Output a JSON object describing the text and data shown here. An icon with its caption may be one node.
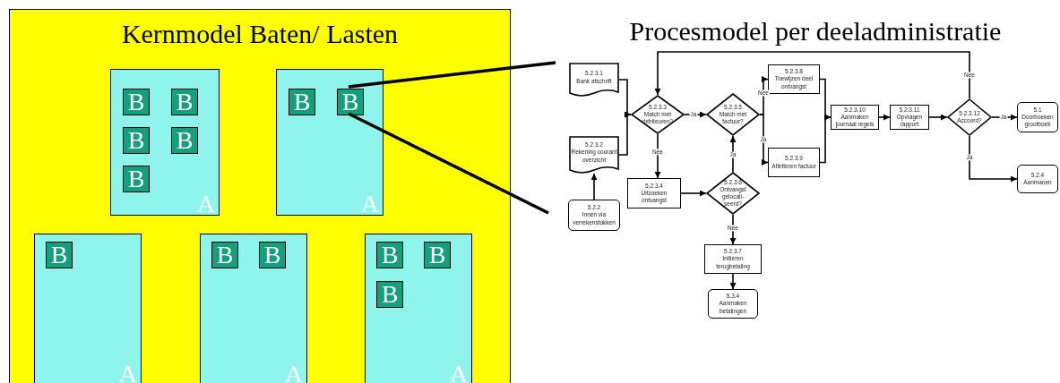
{
  "diagram": {
    "nodes": [
      {
        "text": [
          "Kernmodel Baten/ Lasten"
        ]
      },
      {
        "text": [
          "A"
        ],
        "in": 0
      },
      {
        "text": [
          "B"
        ],
        "in": 1
      },
      {
        "text": [
          "B"
        ],
        "in": 1
      },
      {
        "text": [
          "B"
        ],
        "in": 1
      },
      {
        "text": [
          "B"
        ],
        "in": 1
      },
      {
        "text": [
          "B"
        ],
        "in": 1
      },
      {
        "text": [
          "A"
        ],
        "in": 0
      },
      {
        "text": [
          "B"
        ],
        "in": 7
      },
      {
        "text": [
          "B"
        ],
        "in": 7
      },
      {
        "text": [
          "A"
        ],
        "in": 0
      },
      {
        "text": [
          "B"
        ],
        "in": 10
      },
      {
        "text": [
          "A"
        ],
        "in": 0
      },
      {
        "text": [
          "B"
        ],
        "in": 12
      },
      {
        "text": [
          "B"
        ],
        "in": 12
      },
      {
        "text": [
          "A"
        ],
        "in": 0
      },
      {
        "text": [
          "B"
        ],
        "in": 15
      },
      {
        "text": [
          "B"
        ],
        "in": 15
      },
      {
        "text": [
          "B"
        ],
        "in": 15
      },
      {
        "text": [
          "5.2.3.1",
          "Bank afschrift"
        ]
      },
      {
        "text": [
          "5.2.3.2",
          "Rekening courant overzicht"
        ]
      },
      {
        "text": [
          "5.2.2",
          "Innen via verrekenstukken"
        ]
      },
      {
        "text": [
          "5.2.3.3",
          "Match met debiteuren?"
        ]
      },
      {
        "text": [
          "5.2.3.4",
          "Uitzoeken ontvangst"
        ]
      },
      {
        "text": [
          "5.2.3.5",
          "Match met factuur?"
        ]
      },
      {
        "text": [
          "5.2.3.6",
          "Ontvangst gelocali- seerd?"
        ]
      },
      {
        "text": [
          "5.2.3.7",
          "Initieren terugbetaling"
        ]
      },
      {
        "text": [
          "5.3.4",
          "Aanmaken betalingen"
        ]
      },
      {
        "text": [
          "5.2.3.8",
          "Toewijzen deel ontvangst"
        ]
      },
      {
        "text": [
          "5.2.3.9",
          "Afletteren factuur"
        ]
      },
      {
        "text": [
          "5.2.3.10",
          "Aanmaken journaal regels"
        ]
      },
      {
        "text": [
          "5.2.3.11",
          "Opvragen rapport"
        ]
      },
      {
        "text": [
          "5.2.3.12",
          "Accoord?"
        ]
      },
      {
        "text": [
          "5.1",
          "Doorboeken grootboek"
        ]
      },
      {
        "text": [
          "5.2.4",
          "Aanmanen"
        ]
      }
    ],
    "edges": [
      {
        "from": 19,
        "to": 22,
        "arrow": "to"
      },
      {
        "from": 20,
        "to": 22,
        "arrow": "to"
      },
      {
        "from": 21,
        "to": 20,
        "arrow": "to"
      },
      {
        "from": 22,
        "to": 24,
        "arrow": "to",
        "label": "Ja"
      },
      {
        "from": 22,
        "to": 23,
        "arrow": "to",
        "label": "Nee"
      },
      {
        "from": 23,
        "to": 25,
        "arrow": "to"
      },
      {
        "from": 25,
        "to": 24,
        "arrow": "to",
        "label": "Ja"
      },
      {
        "from": 25,
        "to": 26,
        "arrow": "to",
        "label": "Nee"
      },
      {
        "from": 26,
        "to": 27,
        "arrow": "to"
      },
      {
        "from": 24,
        "to": 28,
        "arrow": "to",
        "label": "Nee"
      },
      {
        "from": 24,
        "to": 29,
        "arrow": "to",
        "label": "Ja"
      },
      {
        "from": 28,
        "to": 30,
        "arrow": "to"
      },
      {
        "from": 29,
        "to": 30,
        "arrow": "to"
      },
      {
        "from": 30,
        "to": 31,
        "arrow": "to"
      },
      {
        "from": 31,
        "to": 32,
        "arrow": "to"
      },
      {
        "from": 32,
        "to": 33,
        "arrow": "to",
        "label": "Ja"
      },
      {
        "from": 32,
        "to": 34,
        "arrow": "to",
        "label": "Ja"
      },
      {
        "from": 32,
        "to": 22,
        "arrow": "to",
        "label": "Nee"
      },
      {
        "from": 9,
        "to": null,
        "arrow": "none",
        "style": "thick"
      },
      {
        "from": 9,
        "to": null,
        "arrow": "none",
        "style": "thick"
      }
    ],
    "labels": [
      "Procesmodel per deeladministratie"
    ]
  }
}
